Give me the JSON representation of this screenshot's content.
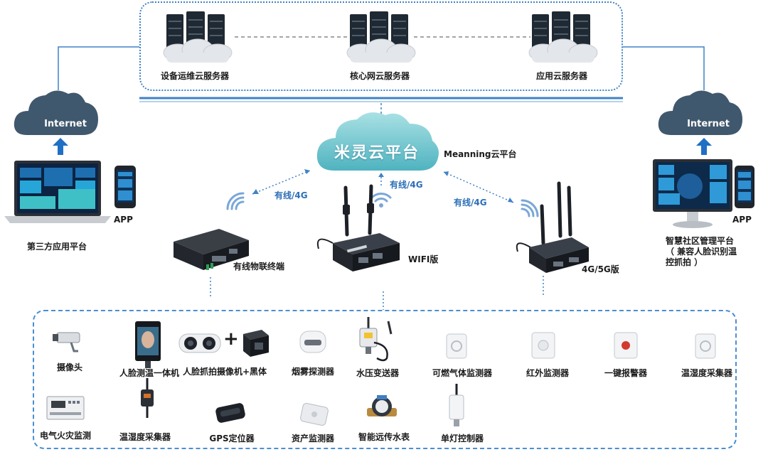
{
  "servers": [
    {
      "label": "设备运维云服务器"
    },
    {
      "label": "核心网云服务器"
    },
    {
      "label": "应用云服务器"
    }
  ],
  "internet_label": "Internet",
  "platform": {
    "name": "米灵云平台",
    "caption": "Meanning云平台"
  },
  "links": {
    "left": "有线/4G",
    "center": "有线/4G",
    "right": "有线/4G"
  },
  "left_client": {
    "app_label": "APP",
    "title": "第三方应用平台"
  },
  "right_client": {
    "app_label": "APP",
    "title_lines": [
      "智慧社区管理平台",
      "（ 兼容人脸识别温",
      "控抓拍 ）"
    ]
  },
  "gateways": [
    {
      "label": "有线物联终端"
    },
    {
      "label": "WIFI版"
    },
    {
      "label": "4G/5G版"
    }
  ],
  "plus_sign": "+",
  "devices_row1": [
    {
      "label": "摄像头",
      "icon": "camera-icon"
    },
    {
      "label": "人脸测温一体机",
      "icon": "face-temp-terminal-icon"
    },
    {
      "label": "人脸抓拍摄像机+黑体",
      "icon": "face-capture-camera-icon"
    },
    {
      "label": "烟雾探测器",
      "icon": "smoke-detector-icon"
    },
    {
      "label": "水压变送器",
      "icon": "pressure-transmitter-icon"
    },
    {
      "label": "可燃气体监测器",
      "icon": "gas-detector-icon"
    },
    {
      "label": "红外监测器",
      "icon": "infrared-sensor-icon"
    },
    {
      "label": "一键报警器",
      "icon": "alarm-button-icon"
    },
    {
      "label": "温湿度采集器",
      "icon": "temp-humidity-sensor-icon"
    }
  ],
  "devices_row2": [
    {
      "label": "电气火灾监测",
      "icon": "electrical-fire-monitor-icon"
    },
    {
      "label": "温湿度采集器",
      "icon": "temp-humidity-probe-icon"
    },
    {
      "label": "GPS定位器",
      "icon": "gps-tracker-icon"
    },
    {
      "label": "资产监测器",
      "icon": "asset-tag-icon"
    },
    {
      "label": "智能远传水表",
      "icon": "water-meter-icon"
    },
    {
      "label": "单灯控制器",
      "icon": "lamp-controller-icon"
    }
  ],
  "colors": {
    "accent": "#2c6fb7",
    "cloud": "#40586d",
    "platform_cloud": "#6fc6cf",
    "border": "#3f82c6"
  }
}
